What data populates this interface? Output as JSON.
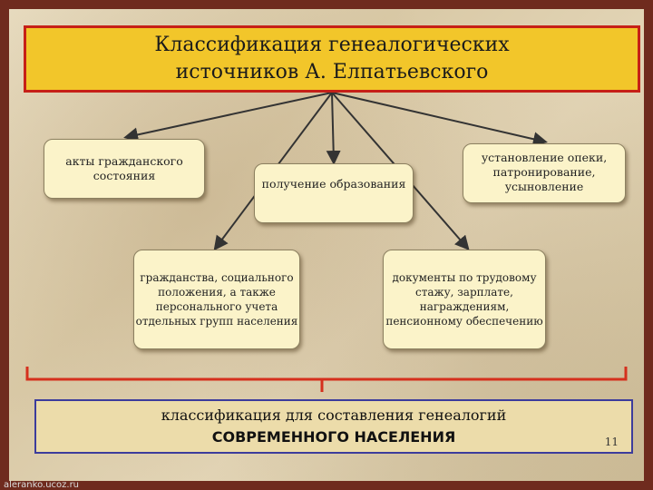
{
  "title": {
    "line1": "Классификация генеалогических",
    "line2": "источников А. Елпатьевского"
  },
  "boxes": {
    "civil_acts": "акты гражданского состояния",
    "education": "получение образования",
    "guardianship": "установление опеки, патронирование, усыновление",
    "citizenship": "гражданства, социального положения, а также персонального учета отдельных групп населения",
    "employment": "документы по трудовому стажу, зарплате, награждениям, пенсионному обеспечению"
  },
  "bottom": {
    "line1": "классификация для составления генеалогий",
    "line2": "СОВРЕМЕННОГО НАСЕЛЕНИЯ"
  },
  "page_number": "11",
  "footer": "aleranko.ucoz.ru",
  "colors": {
    "frame": "#6f2b1e",
    "title_fill": "#f2c62a",
    "title_border": "#c62017",
    "box_fill": "#fbf3c9",
    "bracket": "#d5301d",
    "arrow": "#333333",
    "bottom_border": "#3c3c9c"
  }
}
